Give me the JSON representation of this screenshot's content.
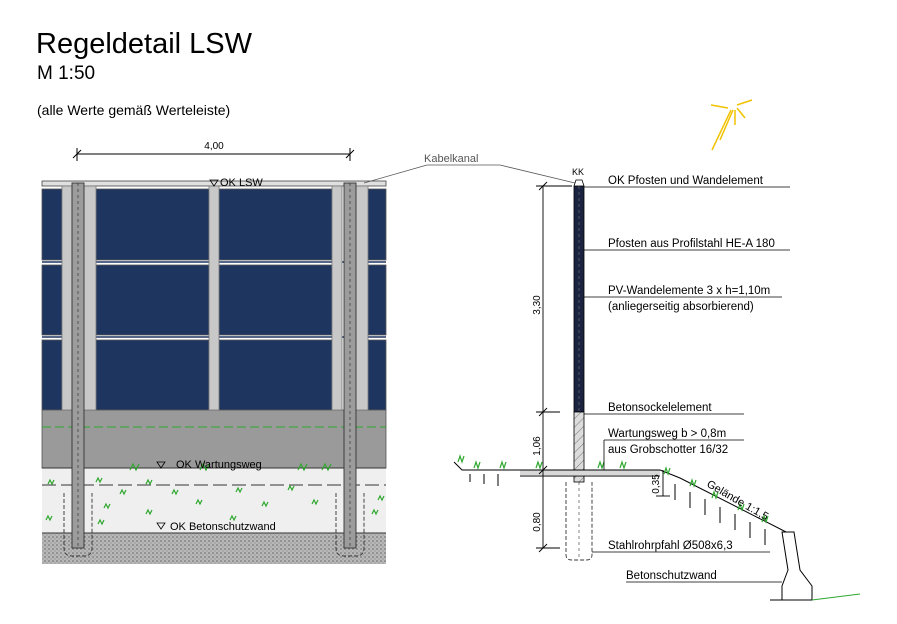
{
  "header": {
    "title": "Regeldetail LSW",
    "scale": "M 1:50",
    "note": "(alle Werte gemäß Werteleiste)"
  },
  "elevation": {
    "width_dim": "4,00",
    "ok_lsw": "OK LSW",
    "ok_wartungsweg": "OK Wartungsweg",
    "ok_betonschutzwand": "OK Betonschutzwand"
  },
  "section": {
    "kabelkanal": "Kabelkanal",
    "kk": "KK",
    "dim_330": "3,30",
    "dim_106": "1,06",
    "dim_035": "0,35",
    "dim_080": "0,80",
    "slope": "Gelände 1:1,5",
    "labels": {
      "ok_pfosten": "OK Pfosten und Wandelement",
      "pfosten": "Pfosten aus Profilstahl HE-A 180",
      "pv_1": "PV-Wandelemente 3 x h=1,10m",
      "pv_2": "(anliegerseitig absorbierend)",
      "sockel": "Betonsockelelement",
      "weg_1": "Wartungsweg b > 0,8m",
      "weg_2": "aus Grobschotter 16/32",
      "stahlrohr": "Stahlrohrpfahl Ø508x6,3",
      "schutzwand": "Betonschutzwand"
    }
  },
  "colors": {
    "panel": "#1e3560",
    "post": "#c8c8c8",
    "socket": "#9a9a9a",
    "gravel": "#ececec",
    "grass": "#2fa82f",
    "sun": "#f2c200"
  }
}
